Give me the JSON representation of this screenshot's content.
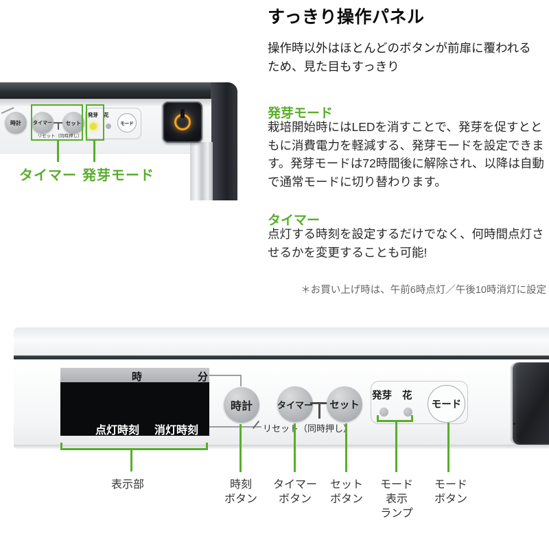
{
  "article": {
    "title": "すっきり操作パネル",
    "intro": "操作時以外はほとんどのボタンが前扉に覆われるため、見た目もすっきり",
    "sections": [
      {
        "heading": "発芽モード",
        "body": "栽培開始時にはLEDを消すことで、発芽を促すとともに消費電力を軽減する、発芽モードを設定できます。発芽モードは72時間後に解除され、以降は自動で通常モードに切り替わります。"
      },
      {
        "heading": "タイマー",
        "body": "点灯する時刻を設定するだけでなく、何時間点灯させるかを変更することも可能!"
      }
    ],
    "footnote": "＊お買い上げ時は、午前6時点灯／午後10時消灯に設定"
  },
  "panel": {
    "clock_button": "時計",
    "timer_button": "タイマー",
    "set_button": "セット",
    "mode_button": "モード",
    "led_germination": "発芽",
    "led_flower": "花",
    "reset_note": "リセット（同時押し）"
  },
  "top_photo": {
    "callout_timer": "タイマー",
    "callout_germination_mode": "発芽モード"
  },
  "bottom_photo": {
    "display": {
      "hour": "時",
      "minute": "分",
      "on_time": "点灯時刻",
      "off_time": "消灯時刻"
    }
  },
  "bottom_labels": {
    "display_area": [
      "表示部"
    ],
    "clock": [
      "時刻",
      "ボタン"
    ],
    "timer": [
      "タイマー",
      "ボタン"
    ],
    "set": [
      "セット",
      "ボタン"
    ],
    "mode_lamp": [
      "モード",
      "表示",
      "ランプ"
    ],
    "mode": [
      "モード",
      "ボタン"
    ]
  },
  "colors": {
    "accent_green": "#58ad2a",
    "led_on_yellow": "#e7e13a",
    "power_orange": "#f7a51d"
  }
}
